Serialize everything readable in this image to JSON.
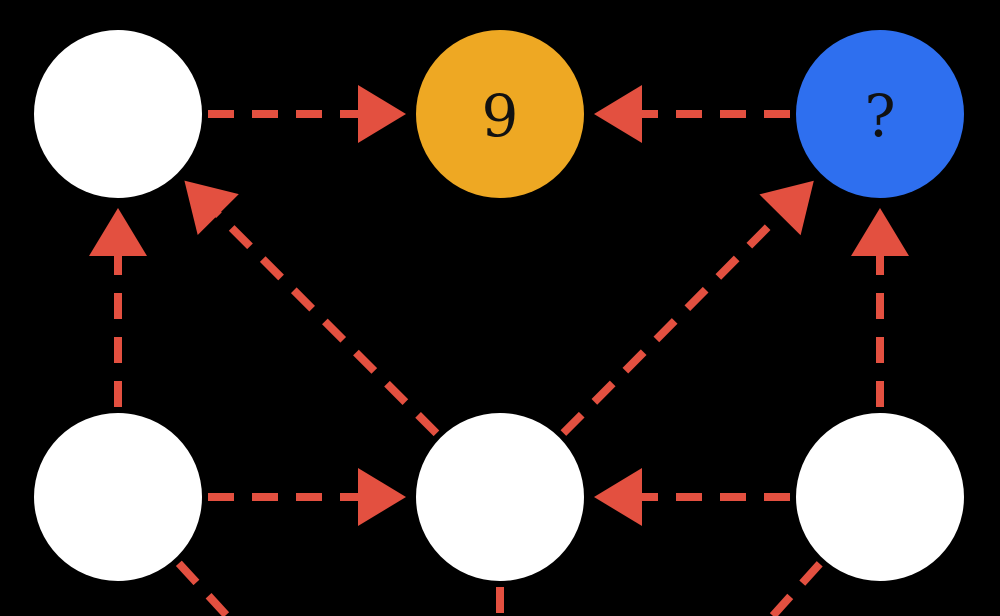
{
  "colors": {
    "background": "#000000",
    "edge": "#E35040",
    "node_default": "#FFFFFF",
    "node_highlight_orange": "#EEA823",
    "node_highlight_blue": "#2E6FEF",
    "label_text": "#111111"
  },
  "nodes": [
    {
      "id": "top-left",
      "label": "",
      "fill": "node_default"
    },
    {
      "id": "top-center",
      "label": "9",
      "fill": "node_highlight_orange"
    },
    {
      "id": "top-right",
      "label": "?",
      "fill": "node_highlight_blue"
    },
    {
      "id": "bottom-left",
      "label": "",
      "fill": "node_default"
    },
    {
      "id": "bottom-center",
      "label": "",
      "fill": "node_default"
    },
    {
      "id": "bottom-right",
      "label": "",
      "fill": "node_default"
    }
  ],
  "edges": [
    {
      "from": "top-left",
      "to": "top-center",
      "style": "dashed",
      "arrow": true
    },
    {
      "from": "top-right",
      "to": "top-center",
      "style": "dashed",
      "arrow": true
    },
    {
      "from": "bottom-left",
      "to": "top-left",
      "style": "dashed",
      "arrow": true
    },
    {
      "from": "bottom-center",
      "to": "top-left",
      "style": "dashed",
      "arrow": true
    },
    {
      "from": "bottom-center",
      "to": "top-right",
      "style": "dashed",
      "arrow": true
    },
    {
      "from": "bottom-right",
      "to": "top-right",
      "style": "dashed",
      "arrow": true
    },
    {
      "from": "bottom-left",
      "to": "bottom-center",
      "style": "dashed",
      "arrow": true
    },
    {
      "from": "bottom-right",
      "to": "bottom-center",
      "style": "dashed",
      "arrow": true
    },
    {
      "from": "bottom-left",
      "to": "offscreen",
      "style": "dashed",
      "arrow": false
    },
    {
      "from": "bottom-center",
      "to": "offscreen",
      "style": "dashed",
      "arrow": false
    },
    {
      "from": "bottom-right",
      "to": "offscreen",
      "style": "dashed",
      "arrow": false
    }
  ]
}
